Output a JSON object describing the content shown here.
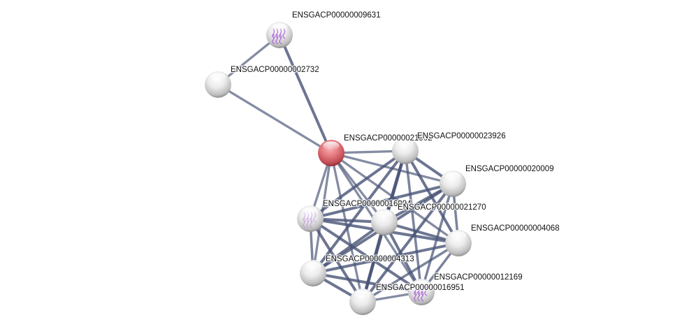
{
  "network": {
    "title": "",
    "colors": {
      "query_node": "#e06a70",
      "node": "#e8e8e8",
      "edge": "#4a5577",
      "structure": "#b070d8"
    },
    "nodes": [
      {
        "id": "ENSGACP00000009631",
        "label": "ENSGACP00000009631",
        "type": "structure"
      },
      {
        "id": "ENSGACP00000002732",
        "label": "ENSGACP00000002732",
        "type": "plain"
      },
      {
        "id": "ENSGACP00000021502",
        "label": "ENSGACP00000021502",
        "type": "query"
      },
      {
        "id": "ENSGACP00000023926",
        "label": "ENSGACP00000023926",
        "type": "plain"
      },
      {
        "id": "ENSGACP00000020009",
        "label": "ENSGACP00000020009",
        "type": "plain"
      },
      {
        "id": "ENSGACP00000016994",
        "label": "ENSGACP00000016994",
        "type": "faint-structure"
      },
      {
        "id": "ENSGACP00000021270",
        "label": "ENSGACP00000021270",
        "type": "plain"
      },
      {
        "id": "ENSGACP00000004068",
        "label": "ENSGACP00000004068",
        "type": "plain"
      },
      {
        "id": "ENSGACP00000004313",
        "label": "ENSGACP00000004313",
        "type": "plain"
      },
      {
        "id": "ENSGACP00000012169",
        "label": "ENSGACP00000012169",
        "type": "structure"
      },
      {
        "id": "ENSGACP00000016951",
        "label": "ENSGACP00000016951",
        "type": "plain"
      }
    ],
    "edges": [
      [
        "ENSGACP00000009631",
        "ENSGACP00000002732",
        0.5
      ],
      [
        "ENSGACP00000009631",
        "ENSGACP00000021502",
        0.8
      ],
      [
        "ENSGACP00000002732",
        "ENSGACP00000021502",
        0.5
      ],
      [
        "ENSGACP00000021502",
        "ENSGACP00000023926",
        0.5
      ],
      [
        "ENSGACP00000021502",
        "ENSGACP00000020009",
        0.5
      ],
      [
        "ENSGACP00000021502",
        "ENSGACP00000016994",
        0.5
      ],
      [
        "ENSGACP00000021502",
        "ENSGACP00000021270",
        0.5
      ],
      [
        "ENSGACP00000021502",
        "ENSGACP00000004068",
        0.5
      ],
      [
        "ENSGACP00000021502",
        "ENSGACP00000004313",
        0.5
      ],
      [
        "ENSGACP00000021502",
        "ENSGACP00000012169",
        0.5
      ],
      [
        "ENSGACP00000021502",
        "ENSGACP00000016951",
        0.5
      ],
      [
        "ENSGACP00000023926",
        "ENSGACP00000020009",
        0.8
      ],
      [
        "ENSGACP00000023926",
        "ENSGACP00000016994",
        0.8
      ],
      [
        "ENSGACP00000023926",
        "ENSGACP00000021270",
        1.0
      ],
      [
        "ENSGACP00000023926",
        "ENSGACP00000004068",
        0.8
      ],
      [
        "ENSGACP00000023926",
        "ENSGACP00000004313",
        0.8
      ],
      [
        "ENSGACP00000023926",
        "ENSGACP00000012169",
        0.6
      ],
      [
        "ENSGACP00000023926",
        "ENSGACP00000016951",
        0.8
      ],
      [
        "ENSGACP00000020009",
        "ENSGACP00000016994",
        0.8
      ],
      [
        "ENSGACP00000020009",
        "ENSGACP00000021270",
        0.8
      ],
      [
        "ENSGACP00000020009",
        "ENSGACP00000004068",
        0.6
      ],
      [
        "ENSGACP00000020009",
        "ENSGACP00000004313",
        0.8
      ],
      [
        "ENSGACP00000020009",
        "ENSGACP00000012169",
        0.6
      ],
      [
        "ENSGACP00000020009",
        "ENSGACP00000016951",
        0.8
      ],
      [
        "ENSGACP00000016994",
        "ENSGACP00000021270",
        0.8
      ],
      [
        "ENSGACP00000016994",
        "ENSGACP00000004068",
        0.8
      ],
      [
        "ENSGACP00000016994",
        "ENSGACP00000004313",
        0.6
      ],
      [
        "ENSGACP00000016994",
        "ENSGACP00000012169",
        0.8
      ],
      [
        "ENSGACP00000016994",
        "ENSGACP00000016951",
        0.8
      ],
      [
        "ENSGACP00000021270",
        "ENSGACP00000004068",
        0.8
      ],
      [
        "ENSGACP00000021270",
        "ENSGACP00000004313",
        0.8
      ],
      [
        "ENSGACP00000021270",
        "ENSGACP00000012169",
        0.8
      ],
      [
        "ENSGACP00000021270",
        "ENSGACP00000016951",
        1.0
      ],
      [
        "ENSGACP00000004068",
        "ENSGACP00000004313",
        0.8
      ],
      [
        "ENSGACP00000004068",
        "ENSGACP00000012169",
        0.6
      ],
      [
        "ENSGACP00000004068",
        "ENSGACP00000016951",
        0.6
      ],
      [
        "ENSGACP00000004313",
        "ENSGACP00000012169",
        0.8
      ],
      [
        "ENSGACP00000004313",
        "ENSGACP00000016951",
        0.8
      ],
      [
        "ENSGACP00000012169",
        "ENSGACP00000016951",
        0.5
      ]
    ]
  }
}
